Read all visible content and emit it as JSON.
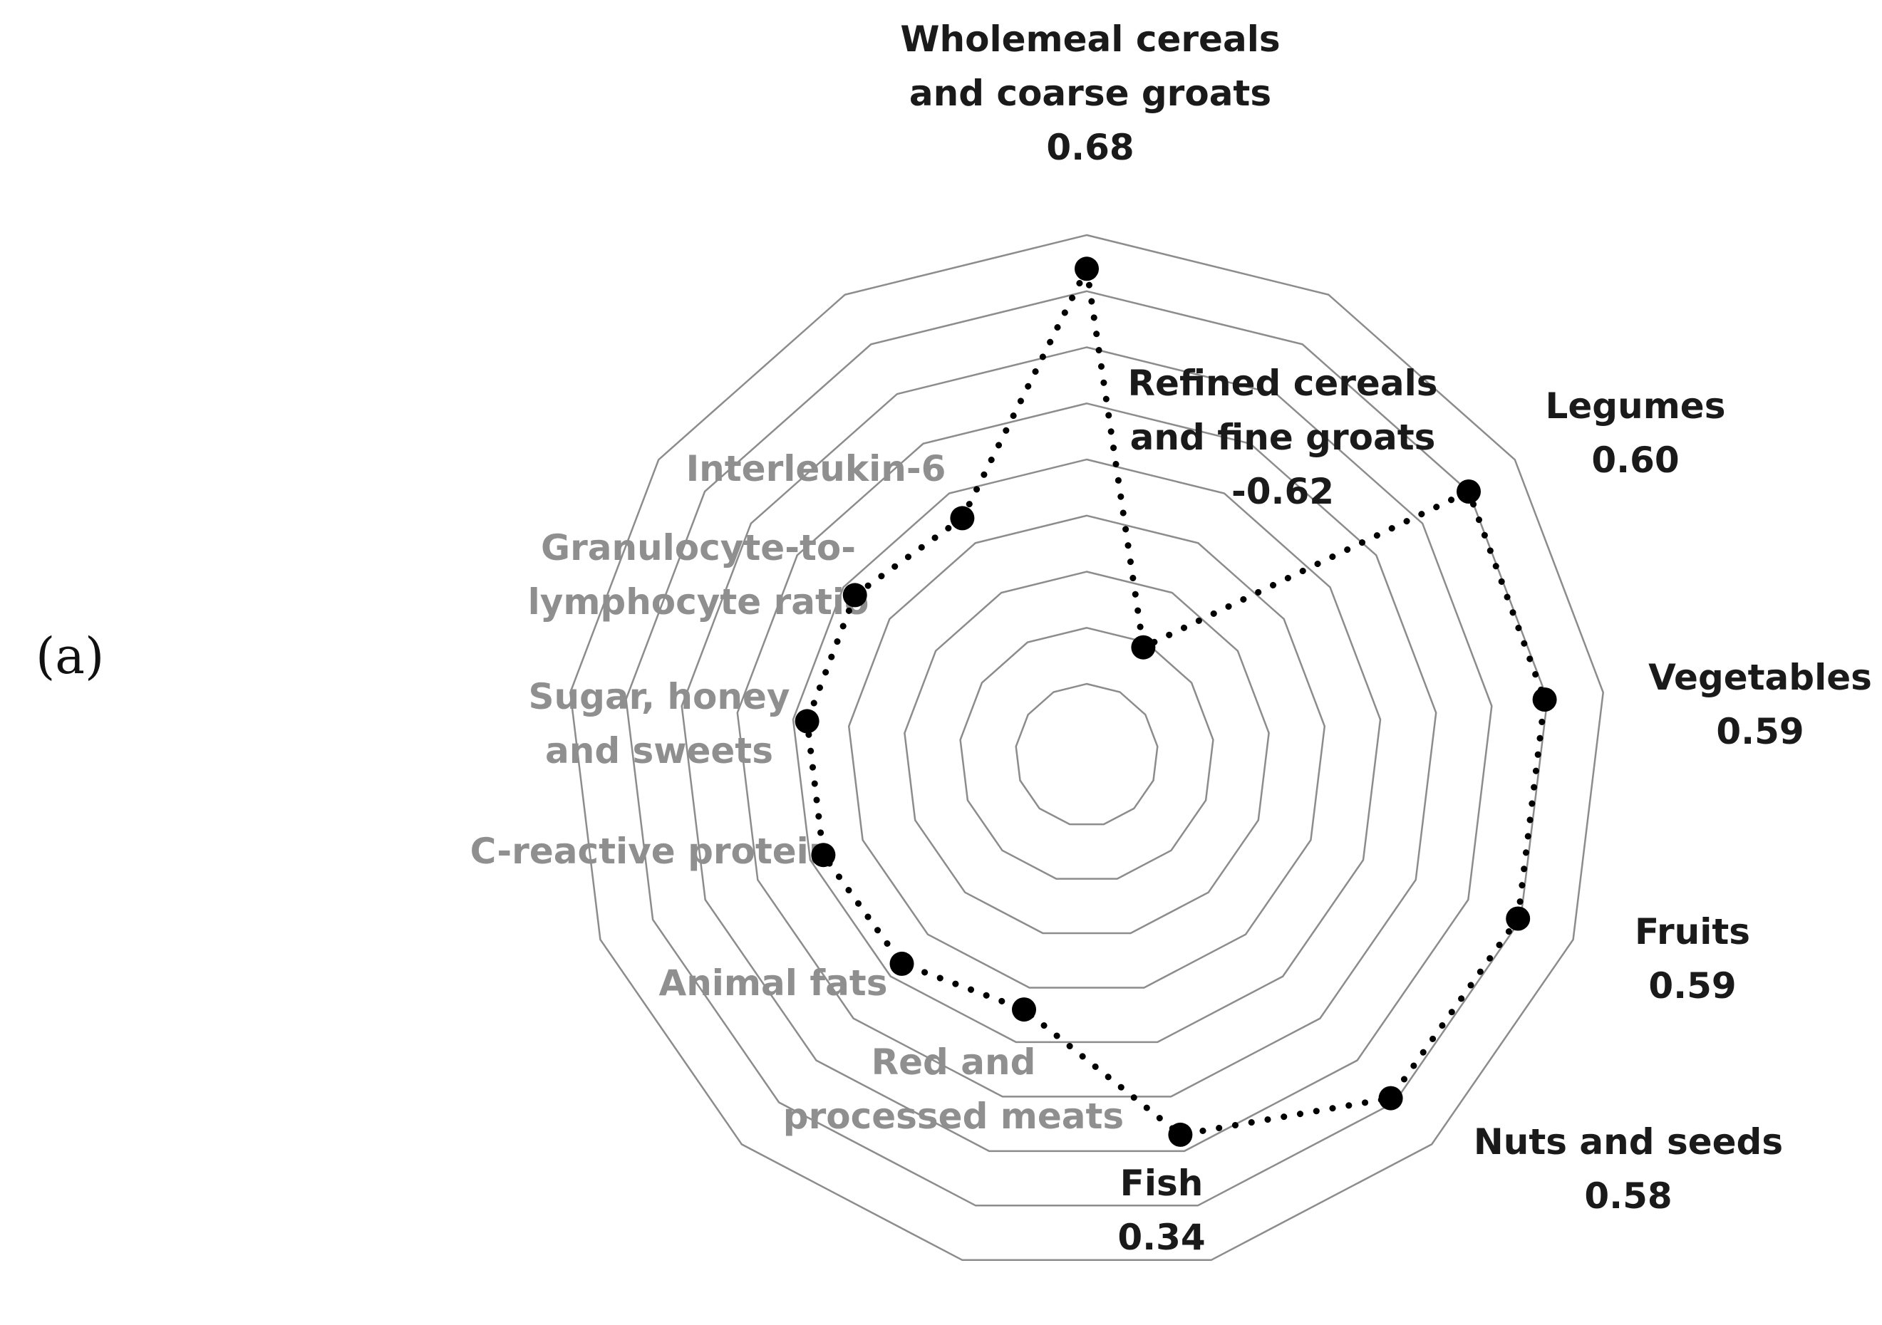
{
  "panel_label": "(a)",
  "colors": {
    "grid": "#8c8c8c",
    "series": "#000000",
    "label_active": "#1a1a1a",
    "label_inactive": "#8f8f8f"
  },
  "chart_data": {
    "type": "radar",
    "grid": true,
    "rings": 9,
    "axes": [
      {
        "label": [
          "Wholemeal cereals",
          "and coarse groats"
        ],
        "value_label": "0.68",
        "value": 0.68,
        "inactive": false
      },
      {
        "label": [
          "Refined cereals",
          "and fine groats"
        ],
        "value_label": "-0.62",
        "value": -0.62,
        "inactive": false
      },
      {
        "label": [
          "Legumes"
        ],
        "value_label": "0.60",
        "value": 0.6,
        "inactive": false
      },
      {
        "label": [
          "Vegetables"
        ],
        "value_label": "0.59",
        "value": 0.59,
        "inactive": false
      },
      {
        "label": [
          "Fruits"
        ],
        "value_label": "0.59",
        "value": 0.59,
        "inactive": false
      },
      {
        "label": [
          "Nuts and seeds"
        ],
        "value_label": "0.58",
        "value": 0.58,
        "inactive": false
      },
      {
        "label": [
          "Fish"
        ],
        "value_label": "0.34",
        "value": 0.34,
        "inactive": false
      },
      {
        "label": [
          "Red and",
          "processed meats"
        ],
        "value_label": "",
        "value": -0.12,
        "inactive": true
      },
      {
        "label": [
          "Animal fats"
        ],
        "value_label": "",
        "value": -0.06,
        "inactive": true
      },
      {
        "label": [
          "C-reactive protein"
        ],
        "value_label": "",
        "value": -0.05,
        "inactive": true
      },
      {
        "label": [
          "Sugar, honey",
          "and sweets"
        ],
        "value_label": "",
        "value": -0.05,
        "inactive": true
      },
      {
        "label": [
          "Granulocyte-to-",
          "lymphocyte ratio"
        ],
        "value_label": "",
        "value": -0.05,
        "inactive": true
      },
      {
        "label": [
          "Interleukin-6"
        ],
        "value_label": "",
        "value": -0.1,
        "inactive": true
      }
    ],
    "series": [
      {
        "values": [
          0.68,
          -0.62,
          0.6,
          0.59,
          0.59,
          0.58,
          0.34,
          -0.12,
          -0.06,
          -0.05,
          -0.05,
          -0.05,
          -0.1
        ]
      }
    ]
  }
}
